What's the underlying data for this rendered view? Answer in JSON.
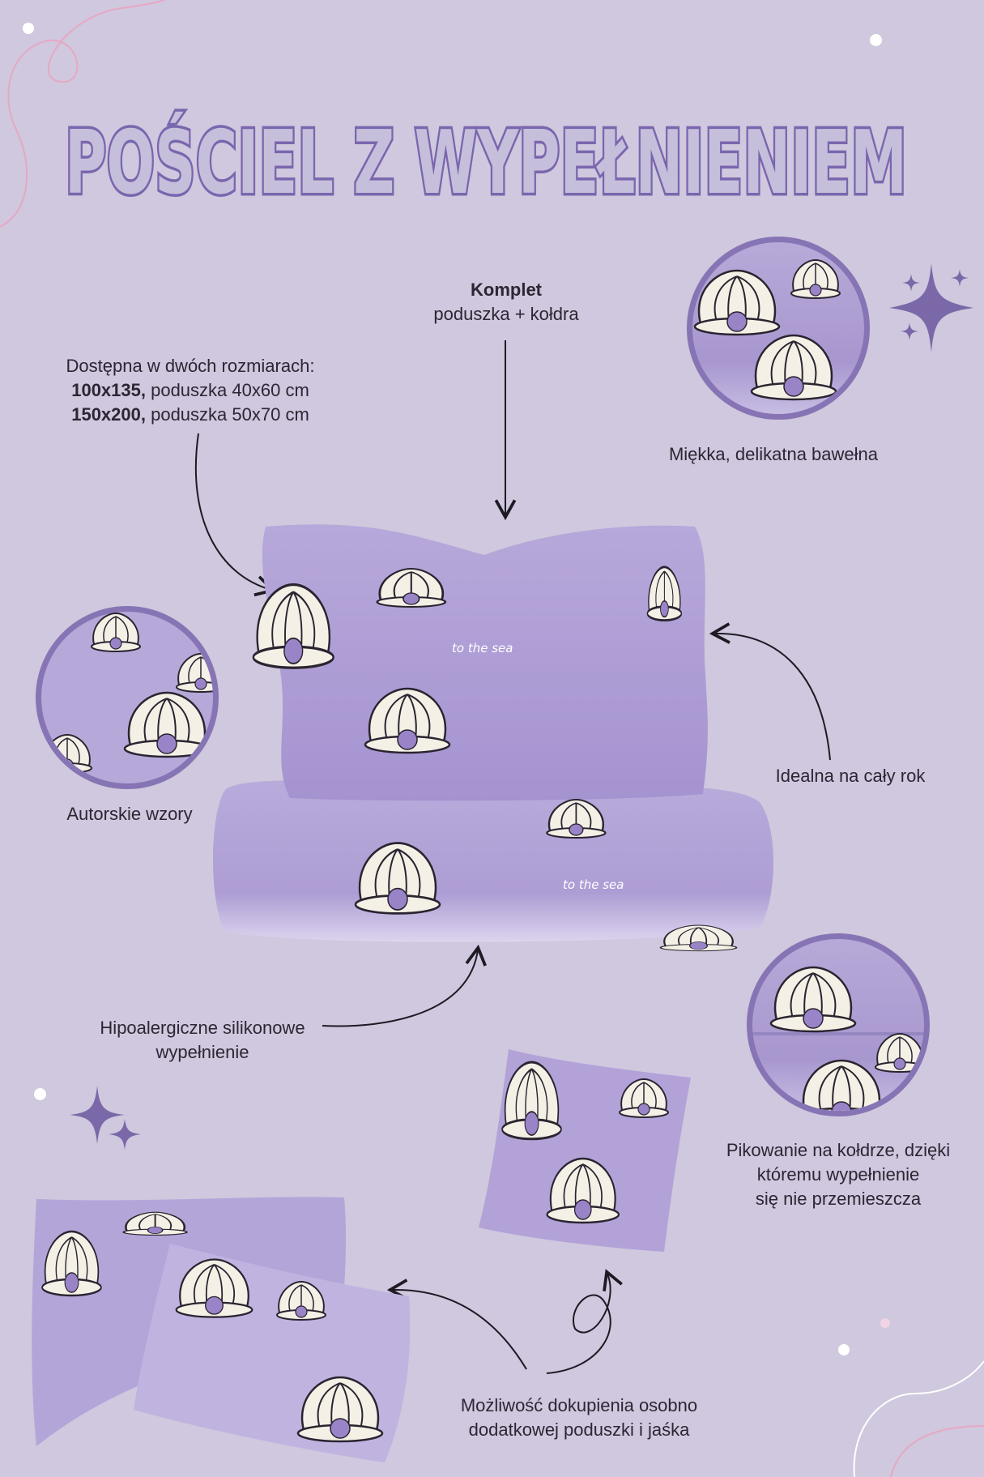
{
  "title": "POŚCIEL Z WYPEŁNIENIEM",
  "komplet": {
    "heading": "Komplet",
    "sub": "poduszka + kołdra"
  },
  "sizes": {
    "intro": "Dostępna w dwóch rozmiarach:",
    "size1_bold": "100x135,",
    "size1_rest": " poduszka 40x60 cm",
    "size2_bold": "150x200,",
    "size2_rest": " poduszka 50x70 cm"
  },
  "features": {
    "soft_cotton": "Miękka, delikatna bawełna",
    "original_patterns": "Autorskie wzory",
    "all_year": "Idealna na cały rok",
    "filling_line1": "Hipoalergiczne silikonowe",
    "filling_line2": "wypełnienie",
    "quilting_line1": "Pikowanie na kołdrze, dzięki",
    "quilting_line2": "któremu wypełnienie",
    "quilting_line3": "się nie przemieszcza",
    "extra_line1": "Możliwość dokupienia osobno",
    "extra_line2": "dodatkowej poduszki i jaśka"
  },
  "pattern_text": "to the sea",
  "colors": {
    "background": "#cfc8de",
    "accent": "#8674b4",
    "fabric": "#b3a4d6",
    "title_fill": "#c6bfdb"
  }
}
